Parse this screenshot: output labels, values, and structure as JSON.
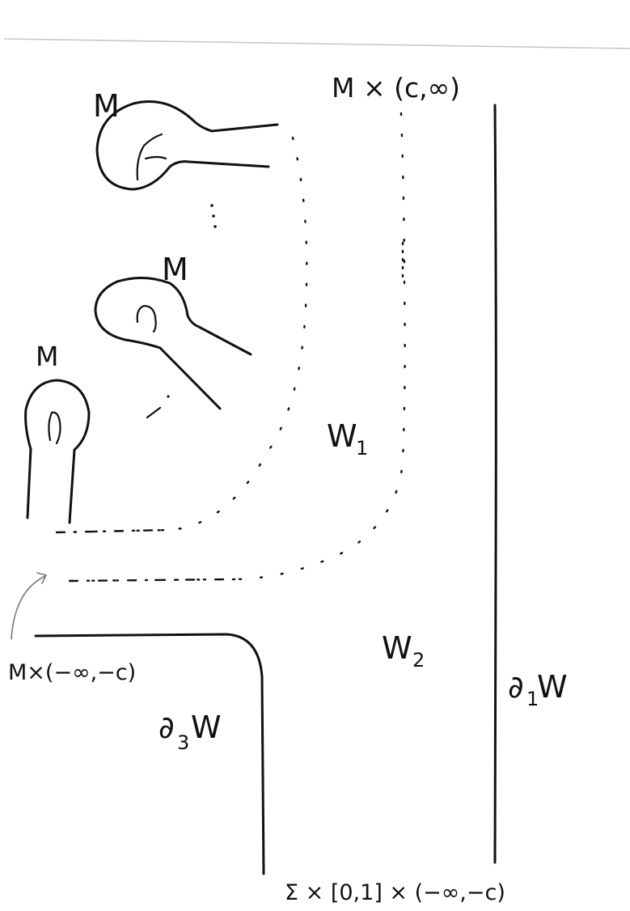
{
  "labels": {
    "m_top": "M",
    "m_middle": "M",
    "m_left": "M",
    "m_cylinder": "M × (c,∞)",
    "w1": "W",
    "w1_sub": "1",
    "w2": "W",
    "w2_sub": "2",
    "m_neg": "M×(−∞,−c)",
    "d3w": "∂",
    "d3w_sub": "3",
    "d3w_tail": "W",
    "d1w": "∂",
    "d1w_sub": "1",
    "d1w_tail": "W",
    "sigma": "Σ × [0,1] × (−∞,−c)"
  }
}
